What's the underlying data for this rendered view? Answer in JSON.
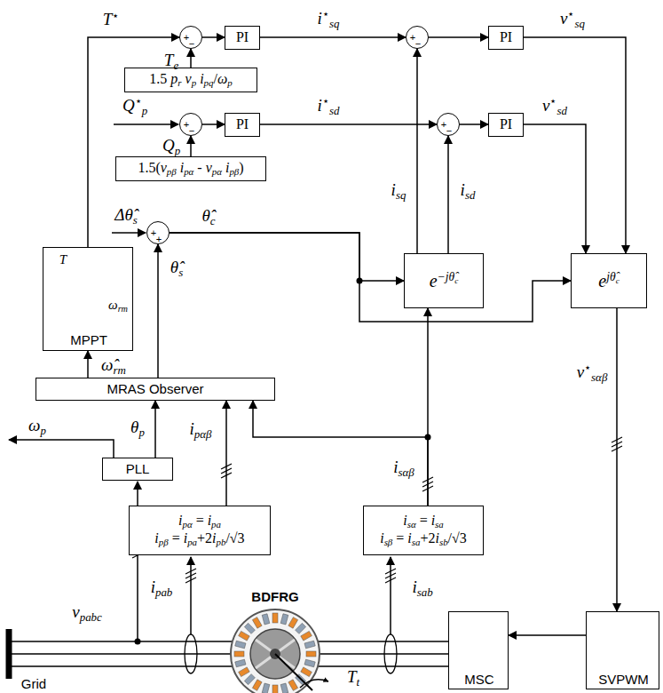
{
  "diagram": {
    "nodes": [
      {
        "text": [
          "+",
          "−"
        ]
      },
      {
        "text": [
          "PI"
        ]
      },
      {
        "text": [
          "+",
          "−"
        ]
      },
      {
        "text": [
          "PI"
        ]
      },
      {
        "text": [
          "1.5 pr vp ipq/ωp"
        ]
      },
      {
        "text": [
          "+",
          "−"
        ]
      },
      {
        "text": [
          "PI"
        ]
      },
      {
        "text": [
          "+",
          "−"
        ]
      },
      {
        "text": [
          "PI"
        ]
      },
      {
        "text": [
          "1.5(vpβ ipα - vpα ipβ)"
        ]
      },
      {
        "text": [
          "MPPT",
          "T",
          "ωrm"
        ]
      },
      {
        "text": [
          "+",
          "+"
        ]
      },
      {
        "text": [
          "e−jθ̂c"
        ]
      },
      {
        "text": [
          "ejθ̂c"
        ]
      },
      {
        "text": [
          "MRAS Observer"
        ]
      },
      {
        "text": [
          "PLL"
        ]
      },
      {
        "text": [
          "ipα = ipa",
          "ipβ = ipa+2ipb/√3"
        ]
      },
      {
        "text": [
          "isα = isa",
          "isβ = isa+2isb/√3"
        ]
      },
      {
        "text": [
          "MSC"
        ]
      },
      {
        "text": [
          "SVPWM"
        ]
      }
    ],
    "edges": [
      {
        "from": 10,
        "to": 0,
        "arrow": "to",
        "label": "T⋆"
      },
      {
        "from": 0,
        "to": 1,
        "arrow": "to"
      },
      {
        "from": 1,
        "to": 2,
        "arrow": "to",
        "label": "i⋆sq"
      },
      {
        "from": 2,
        "to": 3,
        "arrow": "to"
      },
      {
        "from": 3,
        "to": 13,
        "arrow": "to",
        "label": "v⋆sq"
      },
      {
        "from": 4,
        "to": 0,
        "arrow": "to",
        "label": "Te"
      },
      {
        "from": 5,
        "to": 6,
        "arrow": "to"
      },
      {
        "from": 6,
        "to": 7,
        "arrow": "to",
        "label": "i⋆sd"
      },
      {
        "from": 7,
        "to": 8,
        "arrow": "to"
      },
      {
        "from": 8,
        "to": 13,
        "arrow": "to",
        "label": "v⋆sd"
      },
      {
        "from": 9,
        "to": 5,
        "arrow": "to",
        "label": "Qp"
      },
      {
        "from": 12,
        "to": 2,
        "arrow": "to",
        "label": "isq"
      },
      {
        "from": 12,
        "to": 7,
        "arrow": "to",
        "label": "isd"
      },
      {
        "from": 11,
        "to": 12,
        "arrow": "to",
        "label": "θ̂c"
      },
      {
        "from": 11,
        "to": 13,
        "arrow": "to"
      },
      {
        "from": 14,
        "to": 11,
        "arrow": "to",
        "label": "θ̂s"
      },
      {
        "from": 14,
        "to": 10,
        "arrow": "to",
        "label": "ω̂rm"
      },
      {
        "from": 15,
        "to": 14,
        "arrow": "to",
        "label": "θp"
      },
      {
        "from": 16,
        "to": 14,
        "arrow": "to",
        "label": "ipαβ"
      },
      {
        "from": 17,
        "to": 12,
        "arrow": "to",
        "label": "isαβ"
      },
      {
        "from": 17,
        "to": 14,
        "arrow": "to"
      },
      {
        "from": 13,
        "to": 19,
        "arrow": "to",
        "label": "v⋆sαβ"
      },
      {
        "from": 19,
        "to": 18,
        "arrow": "to"
      }
    ],
    "labels": [
      "Q⋆p",
      "Δθ̂s",
      "ωp",
      "vpabc",
      "ipab",
      "isab",
      "BDFRG",
      "Grid",
      "Tt"
    ]
  }
}
